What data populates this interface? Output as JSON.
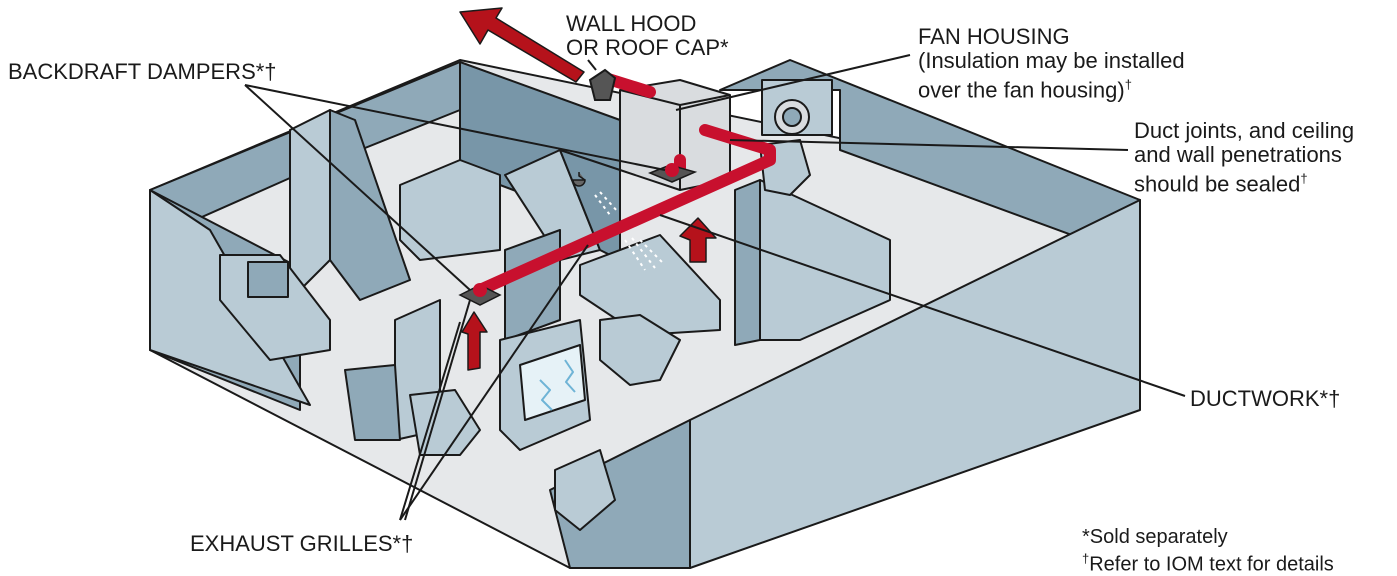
{
  "labels": {
    "wall_hood_line1": "WALL HOOD",
    "wall_hood_line2": "OR ROOF CAP*",
    "fan_housing_title": "FAN HOUSING",
    "fan_housing_note1": "(Insulation may be installed",
    "fan_housing_note2": "over the fan housing)",
    "fan_housing_mark": "†",
    "backdraft_dampers": "BACKDRAFT DAMPERS*†",
    "duct_joints_line1": "Duct joints, and ceiling",
    "duct_joints_line2": "and wall penetrations",
    "duct_joints_line3": "should be sealed",
    "duct_joints_mark": "†",
    "ductwork": "DUCTWORK*†",
    "exhaust_grilles": "EXHAUST GRILLES*†"
  },
  "footnotes": {
    "sold_separately": "*Sold separately",
    "iom_mark": "†",
    "iom_text": "Refer to IOM text for details"
  },
  "colors": {
    "wall_light": "#b9cbd5",
    "wall_mid": "#8fa9b8",
    "wall_dark": "#7896a8",
    "floor": "#e6e8ea",
    "duct": "#c8102e",
    "arrow": "#b5121b",
    "outline": "#1a1a1a",
    "fan_housing": "#d9dcdf"
  }
}
